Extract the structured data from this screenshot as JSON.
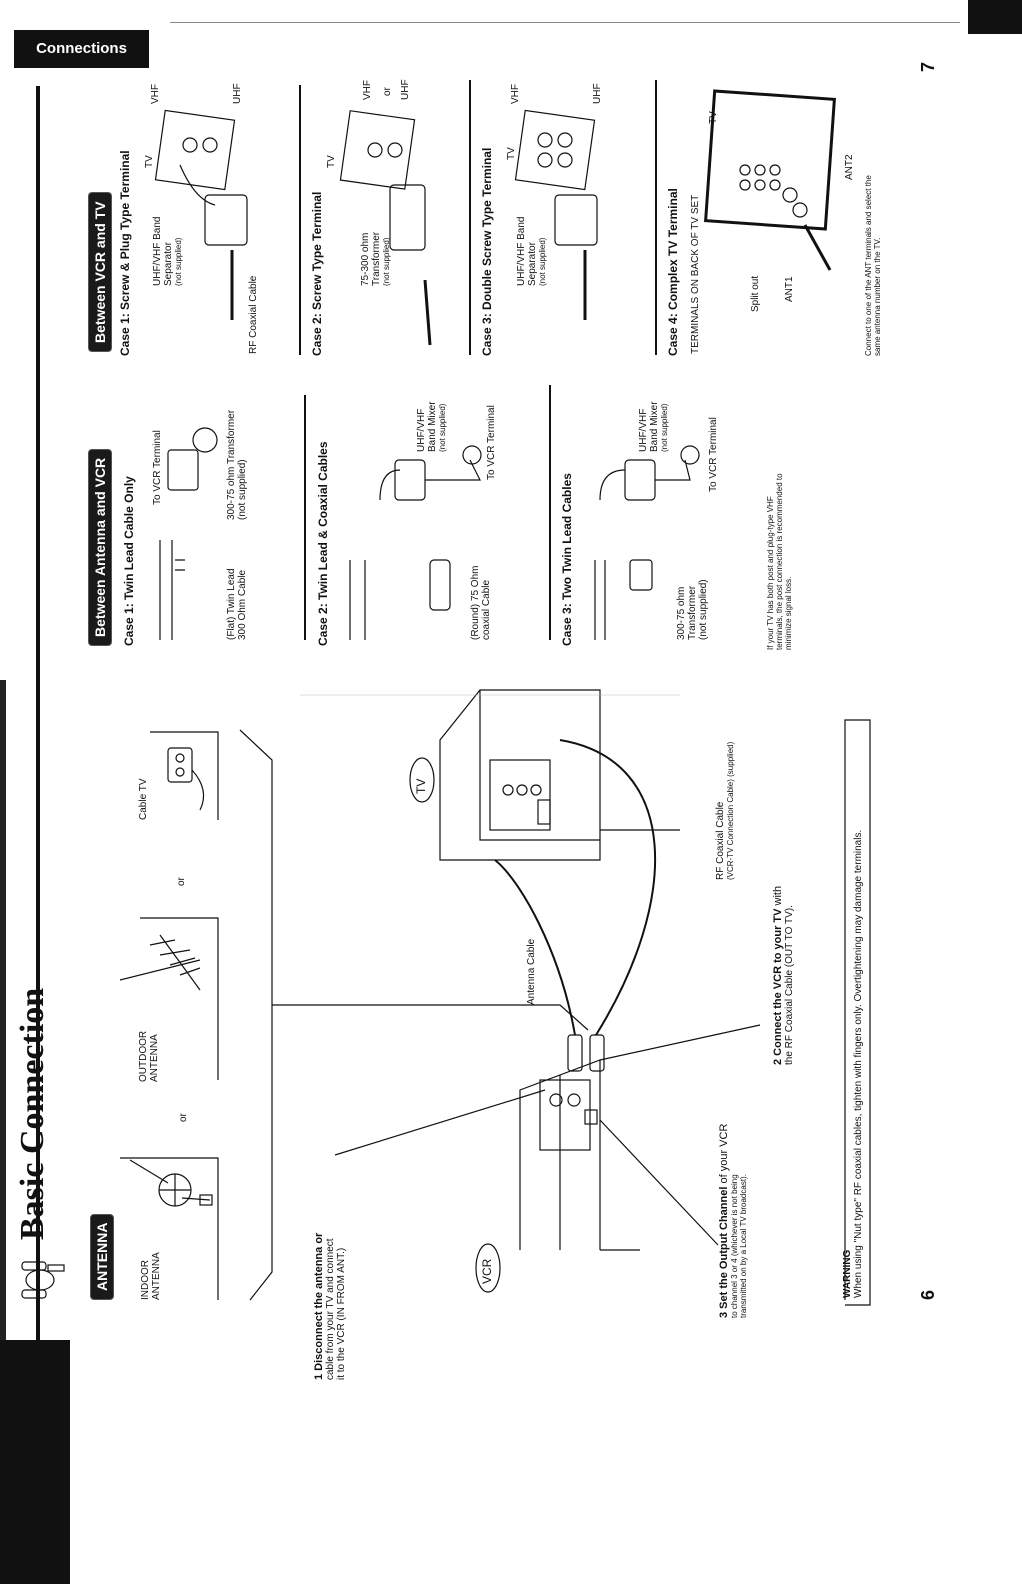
{
  "header": {
    "section_tab": "Connections"
  },
  "page": {
    "title": "Basic Connection",
    "left_page_number": "6",
    "right_page_number": "7"
  },
  "antenna": {
    "badge": "ANTENNA",
    "indoor": [
      "INDOOR",
      "ANTENNA"
    ],
    "or1": "or",
    "outdoor": [
      "OUTDOOR",
      "ANTENNA"
    ],
    "or2": "or",
    "cable_tv": "Cable TV"
  },
  "diagram": {
    "vcr_label": "VCR",
    "tv_label": "TV",
    "antenna_cable": "Antenna Cable",
    "rf_cable": "RF Coaxial Cable",
    "rf_cable_note": "(VCR-TV Connection Cable) (supplied)"
  },
  "steps": {
    "step1": {
      "num": "1",
      "bold": "Disconnect the antenna or",
      "lines": [
        "cable from your TV and connect",
        "it to the VCR (IN FROM ANT.)"
      ]
    },
    "step2": {
      "num": "2",
      "bold": "Connect the VCR to your TV",
      "tail": " with",
      "lines": [
        "the RF Coaxial Cable (OUT TO TV)."
      ]
    },
    "step3": {
      "num": "3",
      "bold": "Set the Output Channel",
      "tail": " of your VCR",
      "lines": [
        "to channel 3 or 4 (whichever is not being",
        "transmitted on by a Local TV broadcast)."
      ]
    }
  },
  "warning": {
    "title": "WARNING",
    "text": "When using \"Nut type\" RF coaxial cables, tighten with fingers only. Overtightening may damage terminals."
  },
  "antenna_vcr": {
    "badge": "Between Antenna and VCR",
    "case1": {
      "title": "Case 1: Twin Lead Cable Only",
      "to_vcr": "To VCR Terminal",
      "lead": [
        "(Flat) Twin Lead",
        "300 Ohm Cable"
      ],
      "transformer": [
        "300-75 ohm Transformer",
        "(not supplied)"
      ]
    },
    "case2": {
      "title": "Case 2: Twin Lead & Coaxial Cables",
      "mixer": [
        "UHF/VHF",
        "Band Mixer",
        "(not supplied)"
      ],
      "to_vcr": "To VCR Terminal",
      "coax": [
        "(Round) 75 Ohm",
        "coaxial Cable"
      ]
    },
    "case3": {
      "title": "Case 3: Two Twin Lead Cables",
      "mixer": [
        "UHF/VHF",
        "Band Mixer",
        "(not supplied)"
      ],
      "to_vcr": "To VCR Terminal",
      "transformer": [
        "300-75 ohm",
        "Transformer",
        "(not supplied)"
      ]
    },
    "note": [
      "If your TV has both post and plug-type VHF",
      "terminals, the post connection is recommended to",
      "minimize signal loss."
    ]
  },
  "vcr_tv": {
    "badge": "Between VCR and TV",
    "case1": {
      "title": "Case 1: Screw & Plug Type Terminal",
      "separator": [
        "UHF/VHF Band",
        "Separator",
        "(not supplied)"
      ],
      "rf": "RF Coaxial Cable",
      "tv": "TV",
      "vhf": "VHF",
      "uhf": "UHF"
    },
    "case2": {
      "title": "Case 2: Screw Type Terminal",
      "transformer": [
        "75-300 ohm",
        "Transformer",
        "(not supplied)"
      ],
      "tv": "TV",
      "vhf": "VHF",
      "or": "or",
      "uhf": "UHF"
    },
    "case3": {
      "title": "Case 3: Double Screw Type Terminal",
      "separator": [
        "UHF/VHF Band",
        "Separator",
        "(not supplied)"
      ],
      "tv": "TV",
      "vhf": "VHF",
      "uhf": "UHF"
    },
    "case4": {
      "title": "Case 4: Complex TV Terminal",
      "subtitle": "TERMINALS ON BACK OF TV SET",
      "split_out": "Split out",
      "ant1": "ANT1",
      "ant2": "ANT2",
      "tv": "TV"
    },
    "note": [
      "Connect to one of the ANT terminals and select the",
      "same antenna number on the TV."
    ]
  }
}
